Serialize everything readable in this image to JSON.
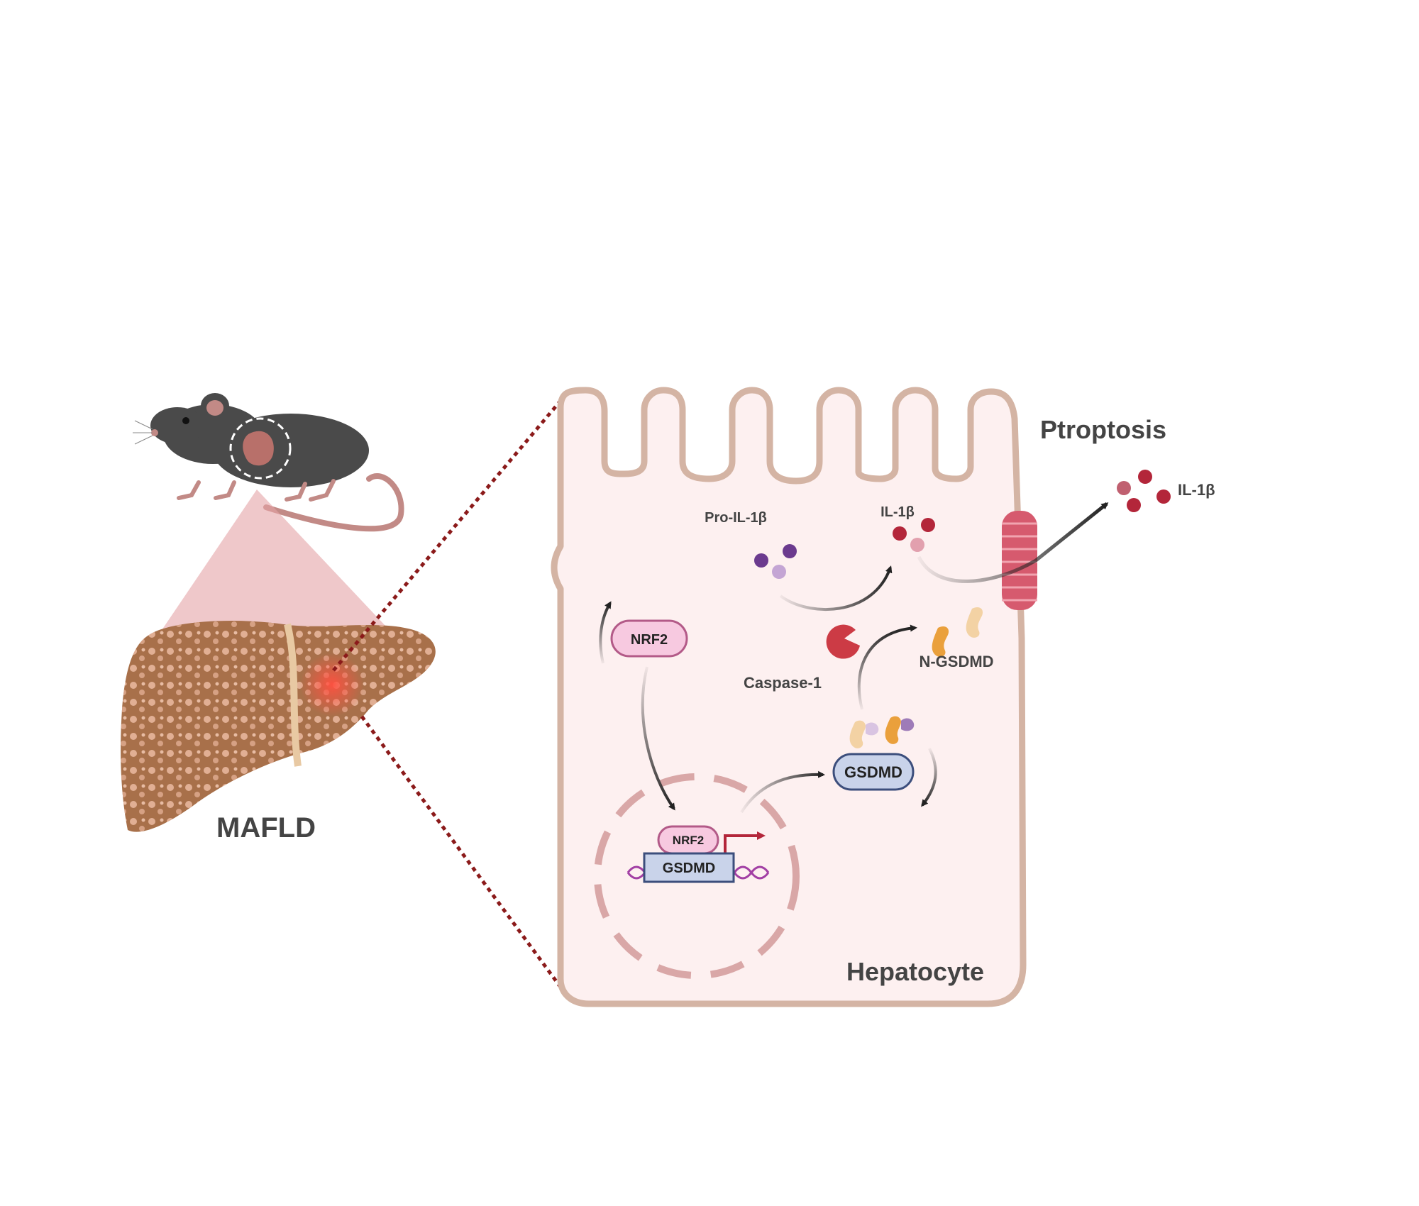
{
  "labels": {
    "mafld": "MAFLD",
    "pyroptosis": "Ptroptosis",
    "hepatocyte": "Hepatocyte",
    "pro_il1b": "Pro-IL-1β",
    "il1b_inside": "IL-1β",
    "il1b_outside": "IL-1β",
    "caspase1": "Caspase-1",
    "n_gsdmd": "N-GSDMD",
    "nrf2_cytoplasm": "NRF2",
    "gsdmd_cytoplasm": "GSDMD",
    "nrf2_nucleus": "NRF2",
    "gsdmd_gene": "GSDMD"
  },
  "colors": {
    "cell_fill": "#fdf0f0",
    "cell_border": "#d4b4a4",
    "dashed_link": "#8b1a1a",
    "nrf2_fill": "#f7c9e0",
    "gsdmd_fill": "#c9d3ea",
    "il1b_red": "#b3263a",
    "pro_il1b_purple": "#6b3a8e",
    "caspase_red": "#cc3b45",
    "n_gsdmd_orange": "#eaa03c",
    "pore_pink": "#d65a6e",
    "liver_brown": "#a8704a",
    "mouse_gray": "#4a4a4a"
  },
  "icons": [
    "mouse-icon",
    "liver-icon",
    "caspase-icon",
    "gasdermin-pore-icon",
    "dna-icon",
    "transcription-arrow-icon"
  ]
}
